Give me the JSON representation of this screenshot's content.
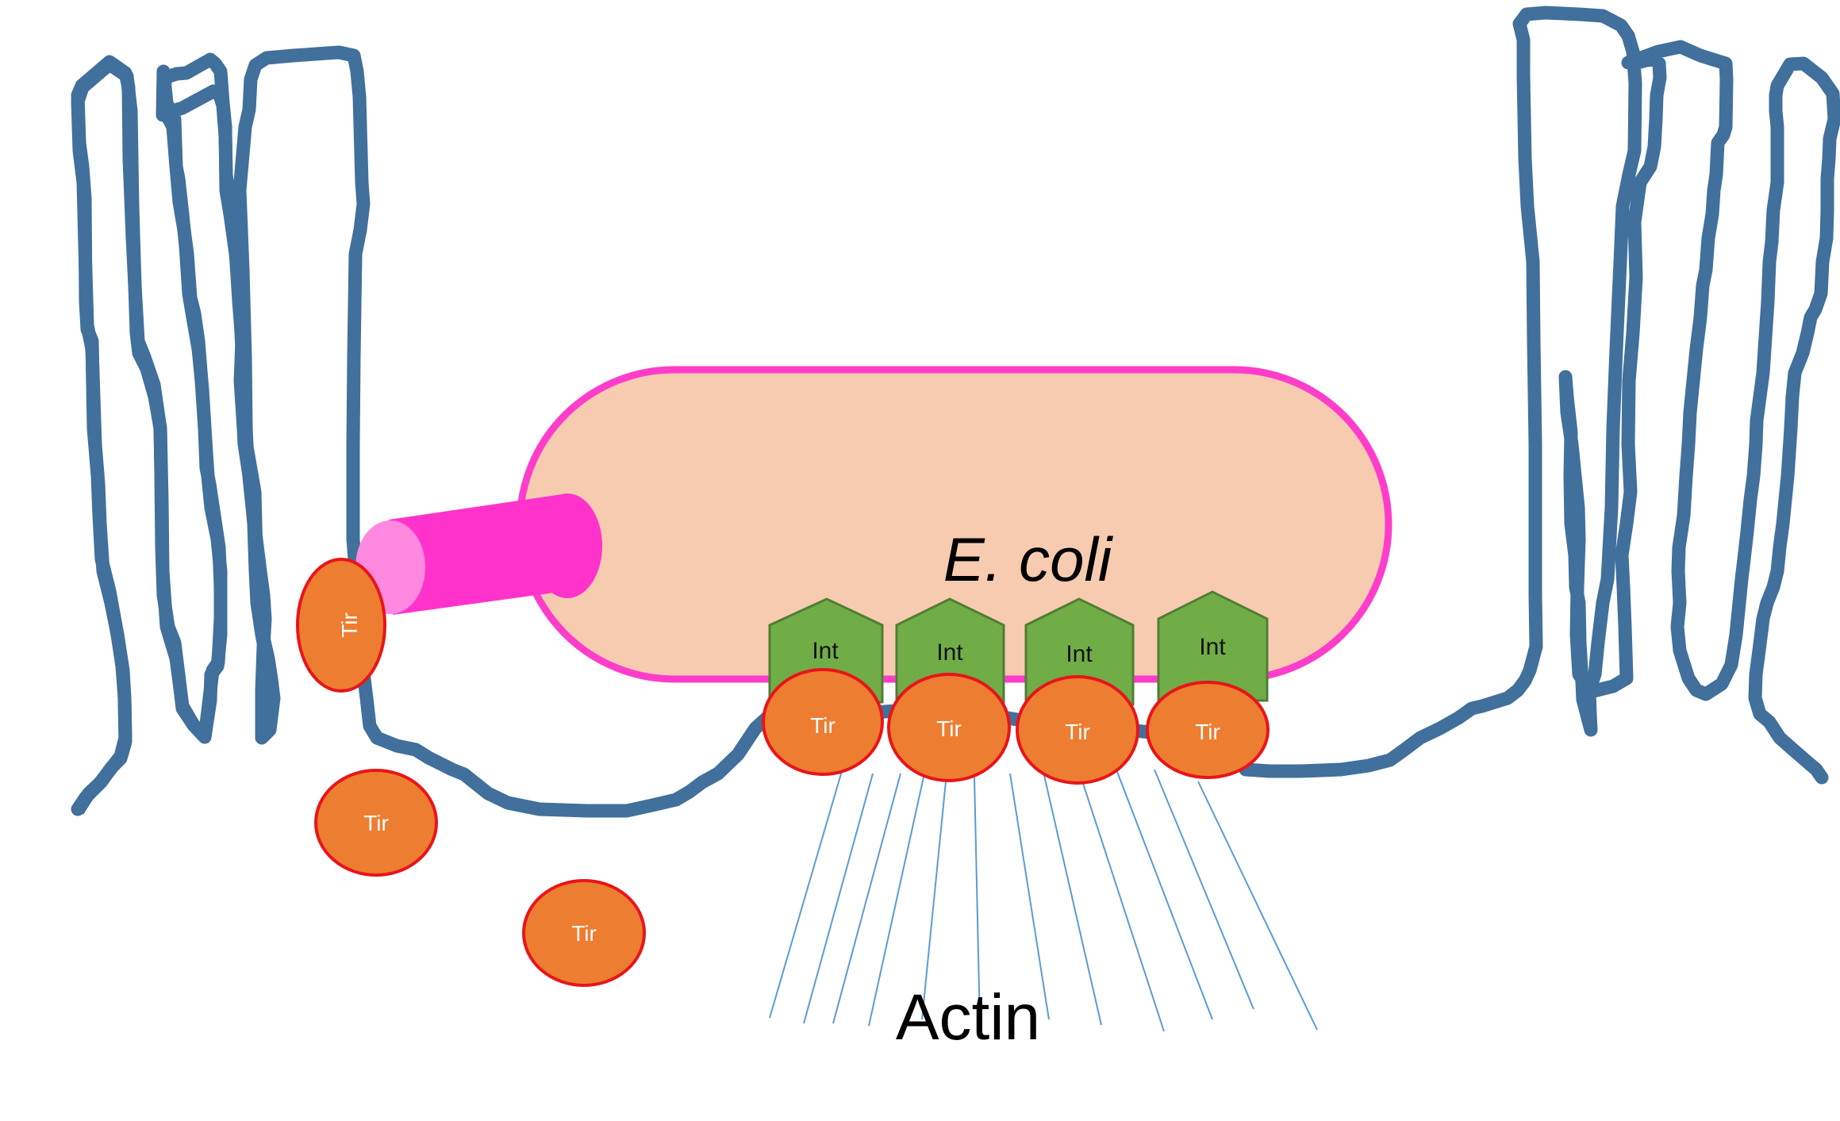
{
  "labels": {
    "bacterium": "E. coli",
    "actin": "Actin",
    "tir": "Tir",
    "int": "Int"
  },
  "colors": {
    "membrane": "#41709c",
    "bacterium_fill": "#f7cbb0",
    "bacterium_outline": "#ff3dcb",
    "pilus": "#ff33cc",
    "pilus_end": "#ff88e0",
    "tir_fill": "#ed7d31",
    "tir_outline": "#e8151a",
    "int_fill": "#70ad47",
    "int_outline": "#507e32",
    "actin": "#5b9bd5"
  }
}
